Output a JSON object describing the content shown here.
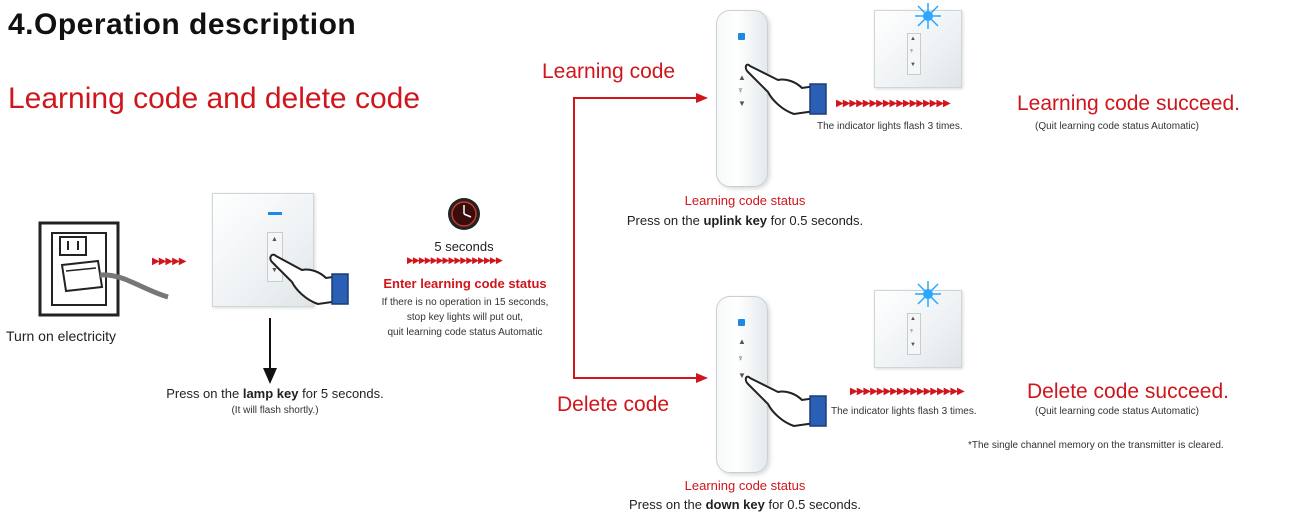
{
  "heading": {
    "title": "4.Operation description",
    "subtitle": "Learning code and delete code"
  },
  "step_power": {
    "caption": "Turn on electricity"
  },
  "step_lamp": {
    "press_prefix": "Press on the ",
    "press_key": "lamp key",
    "press_suffix": " for 5 seconds.",
    "note": "(It will flash shortly.)"
  },
  "timer": {
    "duration": "5 seconds",
    "status_title": "Enter learning code status",
    "note_lines": [
      "If there is no operation in 15 seconds,",
      "stop key lights will put out,",
      "quit learning code status Automatic"
    ]
  },
  "branch_learn": {
    "label": "Learning code",
    "status_title": "Learning code status",
    "press_prefix": "Press on the ",
    "press_key": "uplink key",
    "press_suffix": " for 0.5 seconds.",
    "indicator": "The indicator lights flash 3 times.",
    "result": "Learning code succeed.",
    "result_note": "(Quit learning code status Automatic)"
  },
  "branch_delete": {
    "label": "Delete code",
    "status_title": "Learning code status",
    "press_prefix": "Press on the ",
    "press_key": "down key",
    "press_suffix": " for 0.5 seconds.",
    "indicator": "The indicator lights flash 3 times.",
    "result": "Delete code succeed.",
    "result_note": "(Quit learning code status Automatic)",
    "footnote": "*The single channel memory on the transmitter is cleared."
  },
  "colors": {
    "accent_red": "#d0161c",
    "indicator_blue": "#1e88e5",
    "flash_blue": "#2aa8ff"
  }
}
